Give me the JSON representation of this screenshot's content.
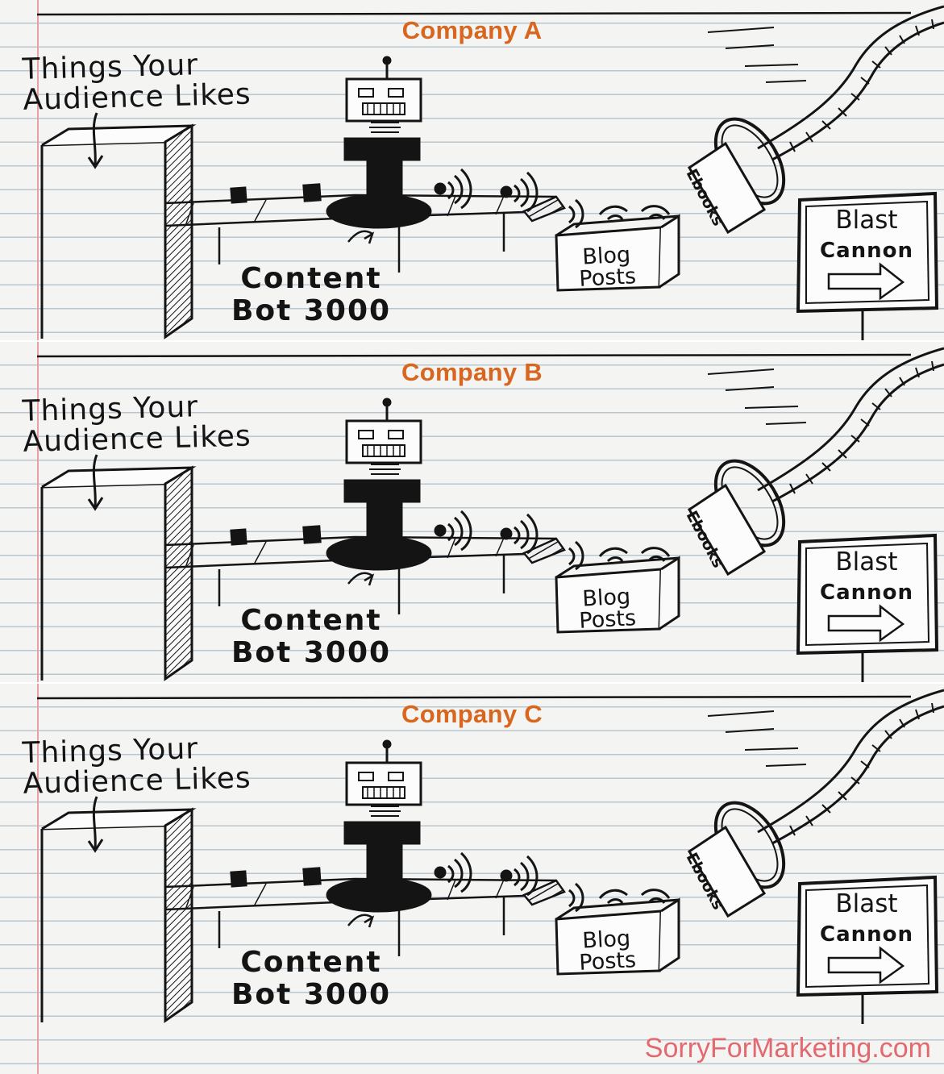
{
  "panels": [
    {
      "company": "Company A",
      "audience_label": "Things Your Audience Likes",
      "bot_label": "Content Bot 3000",
      "blog_label": "Blog Posts",
      "ebooks_label": "Ebooks",
      "sign_line1": "Blast",
      "sign_line2": "Cannon"
    },
    {
      "company": "Company B",
      "audience_label": "Things Your Audience Likes",
      "bot_label": "Content Bot 3000",
      "blog_label": "Blog Posts",
      "ebooks_label": "Ebooks",
      "sign_line1": "Blast",
      "sign_line2": "Cannon"
    },
    {
      "company": "Company C",
      "audience_label": "Things Your Audience Likes",
      "bot_label": "Content Bot 3000",
      "blog_label": "Blog Posts",
      "ebooks_label": "Ebooks",
      "sign_line1": "Blast",
      "sign_line2": "Cannon"
    }
  ],
  "watermark": "SorryForMarketing.com",
  "colors": {
    "title": "#d8661e",
    "ink": "#141414",
    "paper": "#f4f5f2",
    "rule_line": "#b9c6cf",
    "margin_line": "#e7a1a6",
    "watermark": "#e3686f"
  }
}
